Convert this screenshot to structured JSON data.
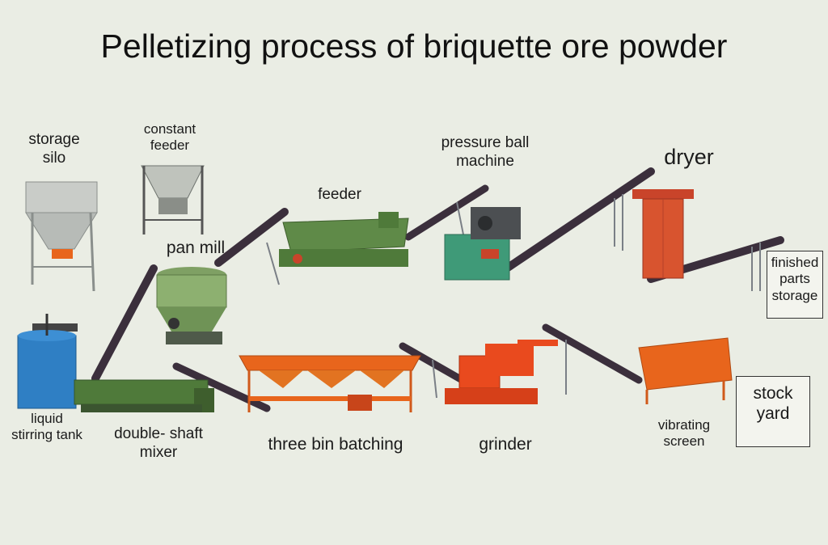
{
  "title": "Pelletizing process of briquette ore powder",
  "labels": {
    "storage_silo": [
      "storage",
      "silo"
    ],
    "constant_feeder": [
      "constant",
      "feeder"
    ],
    "pan_mill": "pan mill",
    "feeder": "feeder",
    "pressure_ball_machine": [
      "pressure ball",
      "machine"
    ],
    "dryer": "dryer",
    "finished_parts_storage": [
      "finished",
      "parts",
      "storage"
    ],
    "liquid_stirring_tank": [
      "liquid",
      "stirring tank"
    ],
    "double_shaft_mixer": [
      "double- shaft",
      "mixer"
    ],
    "three_bin_batching": "three bin batching",
    "grinder": "grinder",
    "vibrating_screen": [
      "vibrating",
      "screen"
    ],
    "stock_yard": [
      "stock",
      "yard"
    ]
  },
  "colors": {
    "background": "#eaede4",
    "machine_green": "#5f8a48",
    "machine_orange": "#e8651c",
    "silo_grey": "#c9ccc8",
    "tank_blue": "#2f7fc4",
    "dryer_red": "#c9442a",
    "conveyor_dark": "#3b2f3c"
  }
}
